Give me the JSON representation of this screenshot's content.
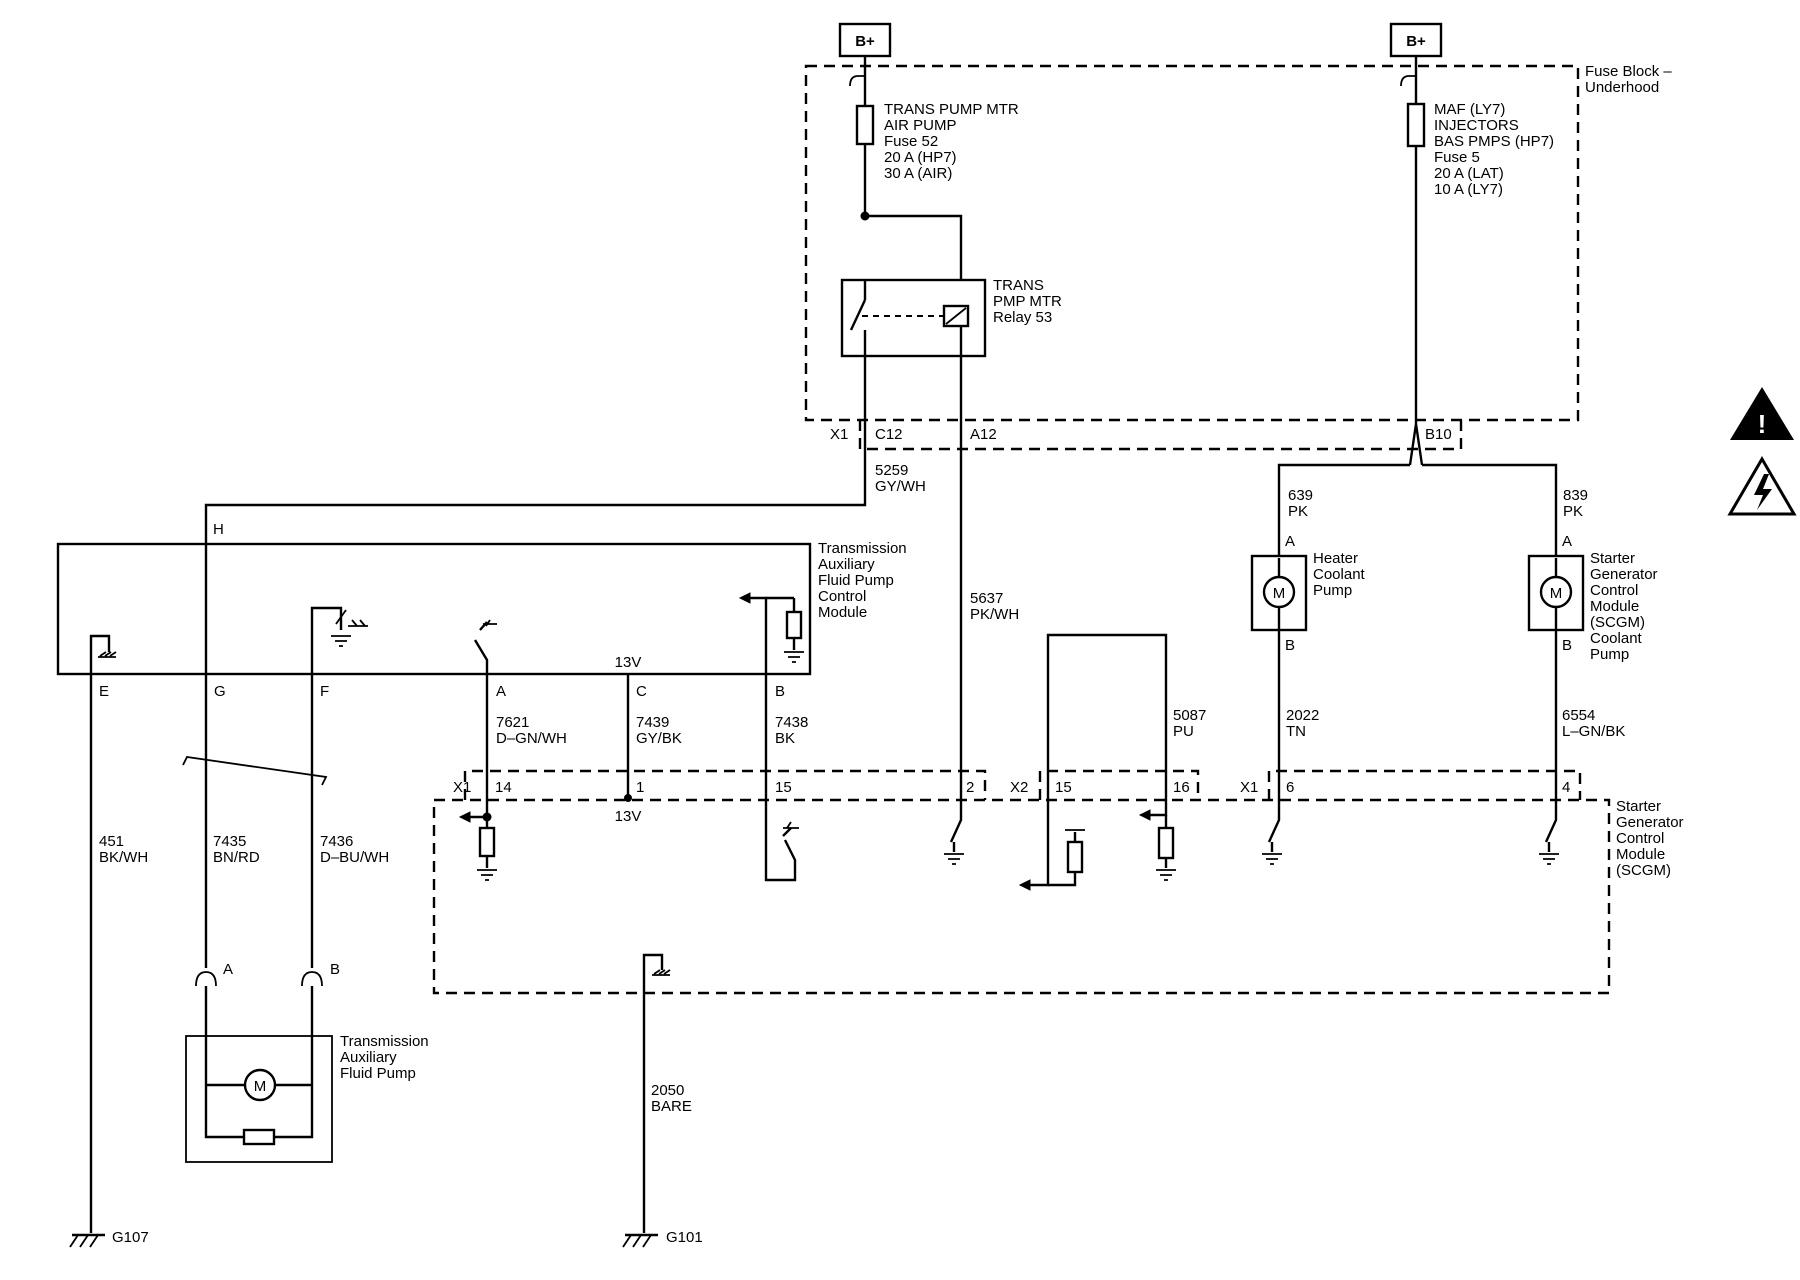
{
  "power": {
    "b_plus_left": "B+",
    "b_plus_right": "B+"
  },
  "fuse_block": {
    "label_line1": "Fuse Block –",
    "label_line2": "Underhood"
  },
  "fuse_52": {
    "lines": [
      "TRANS PUMP MTR",
      "AIR PUMP",
      "Fuse 52",
      "20 A (HP7)",
      "30 A (AIR)"
    ]
  },
  "fuse_5": {
    "lines": [
      "MAF (LY7)",
      "INJECTORS",
      "BAS PMPS (HP7)",
      "Fuse 5",
      "20 A (LAT)",
      "10 A (LY7)"
    ]
  },
  "relay_53": {
    "lines": [
      "TRANS",
      "PMP MTR",
      "Relay 53"
    ]
  },
  "connector_x1_top": {
    "name": "X1",
    "pins": [
      "C12",
      "A12",
      "B10"
    ]
  },
  "wires": {
    "w5259": {
      "num": "5259",
      "color": "GY/WH"
    },
    "w5637": {
      "num": "5637",
      "color": "PK/WH"
    },
    "w639": {
      "num": "639",
      "color": "PK"
    },
    "w839": {
      "num": "839",
      "color": "PK"
    },
    "w7621": {
      "num": "7621",
      "color": "D–GN/WH"
    },
    "w7439": {
      "num": "7439",
      "color": "GY/BK"
    },
    "w7438": {
      "num": "7438",
      "color": "BK"
    },
    "w5087": {
      "num": "5087",
      "color": "PU"
    },
    "w2022": {
      "num": "2022",
      "color": "TN"
    },
    "w6554": {
      "num": "6554",
      "color": "L–GN/BK"
    },
    "w451": {
      "num": "451",
      "color": "BK/WH"
    },
    "w7435": {
      "num": "7435",
      "color": "BN/RD"
    },
    "w7436": {
      "num": "7436",
      "color": "D–BU/WH"
    },
    "w2050": {
      "num": "2050",
      "color": "BARE"
    }
  },
  "tafp_module": {
    "lines": [
      "Transmission",
      "Auxiliary",
      "Fluid Pump",
      "Control",
      "Module"
    ],
    "pins": {
      "H": "H",
      "E": "E",
      "G": "G",
      "F": "F",
      "A": "A",
      "C": "C",
      "B": "B"
    },
    "voltage": "13V"
  },
  "heater_pump": {
    "lines": [
      "Heater",
      "Coolant",
      "Pump"
    ],
    "pin_a": "A",
    "pin_b": "B",
    "motor": "M"
  },
  "scgm_pump": {
    "lines": [
      "Starter",
      "Generator",
      "Control",
      "Module",
      "(SCGM)",
      "Coolant",
      "Pump"
    ],
    "pin_a": "A",
    "pin_b": "B",
    "motor": "M"
  },
  "scgm": {
    "lines": [
      "Starter",
      "Generator",
      "Control",
      "Module",
      "(SCGM)"
    ],
    "x1": "X1",
    "x2": "X2",
    "pins": {
      "p14": "14",
      "p1": "1",
      "p15": "15",
      "p2": "2",
      "x2_15": "15",
      "x2_16": "16",
      "p6": "6",
      "p4": "4"
    },
    "voltage": "13V"
  },
  "aux_pump": {
    "lines": [
      "Transmission",
      "Auxiliary",
      "Fluid Pump"
    ],
    "pin_a": "A",
    "pin_b": "B",
    "motor": "M"
  },
  "grounds": {
    "g107": "G107",
    "g101": "G101"
  },
  "icons": [
    "caution-icon",
    "electrical-hazard-icon"
  ]
}
